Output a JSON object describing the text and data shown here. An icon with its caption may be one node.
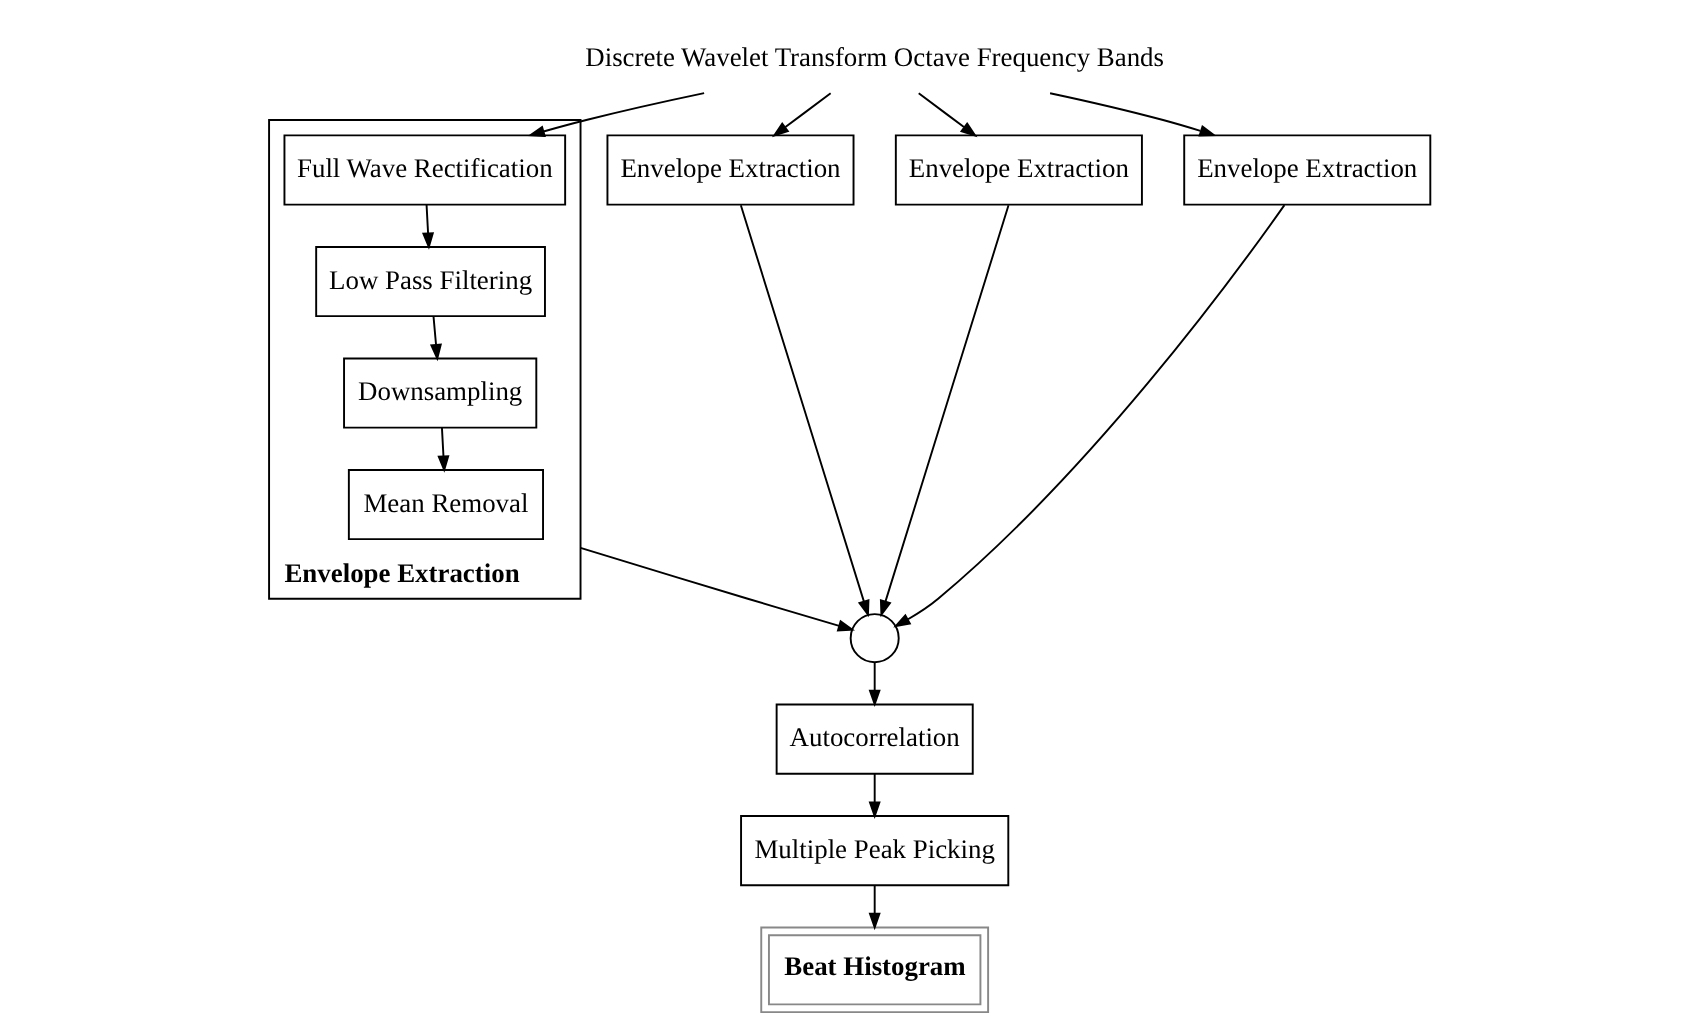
{
  "diagram": {
    "nodes": [
      {
        "text": [
          "Discrete Wavelet Transform Octave Frequency Bands"
        ]
      },
      {
        "text": [
          "Envelope Extraction"
        ]
      },
      {
        "text": [
          "Full Wave Rectification"
        ],
        "in": 1
      },
      {
        "text": [
          "Low Pass Filtering"
        ],
        "in": 1
      },
      {
        "text": [
          "Downsampling"
        ],
        "in": 1
      },
      {
        "text": [
          "Mean Removal"
        ],
        "in": 1
      },
      {
        "text": [
          "Envelope Extraction"
        ]
      },
      {
        "text": [
          "Envelope Extraction"
        ]
      },
      {
        "text": [
          "Envelope Extraction"
        ]
      },
      {
        "text": [],
        "shape": "circle"
      },
      {
        "text": [
          "Autocorrelation"
        ]
      },
      {
        "text": [
          "Multiple Peak Picking"
        ]
      },
      {
        "text": [
          "Beat Histogram"
        ]
      }
    ],
    "edges": [
      {
        "from": 0,
        "to": 2,
        "arrow": "to"
      },
      {
        "from": 0,
        "to": 6,
        "arrow": "to"
      },
      {
        "from": 0,
        "to": 7,
        "arrow": "to"
      },
      {
        "from": 0,
        "to": 8,
        "arrow": "to"
      },
      {
        "from": 2,
        "to": 3,
        "arrow": "to"
      },
      {
        "from": 3,
        "to": 4,
        "arrow": "to"
      },
      {
        "from": 4,
        "to": 5,
        "arrow": "to"
      },
      {
        "from": 1,
        "to": 9,
        "arrow": "to"
      },
      {
        "from": 6,
        "to": 9,
        "arrow": "to"
      },
      {
        "from": 7,
        "to": 9,
        "arrow": "to"
      },
      {
        "from": 8,
        "to": 9,
        "arrow": "to"
      },
      {
        "from": 9,
        "to": 10,
        "arrow": "to"
      },
      {
        "from": 10,
        "to": 11,
        "arrow": "to"
      },
      {
        "from": 11,
        "to": 12,
        "arrow": "to"
      }
    ]
  }
}
